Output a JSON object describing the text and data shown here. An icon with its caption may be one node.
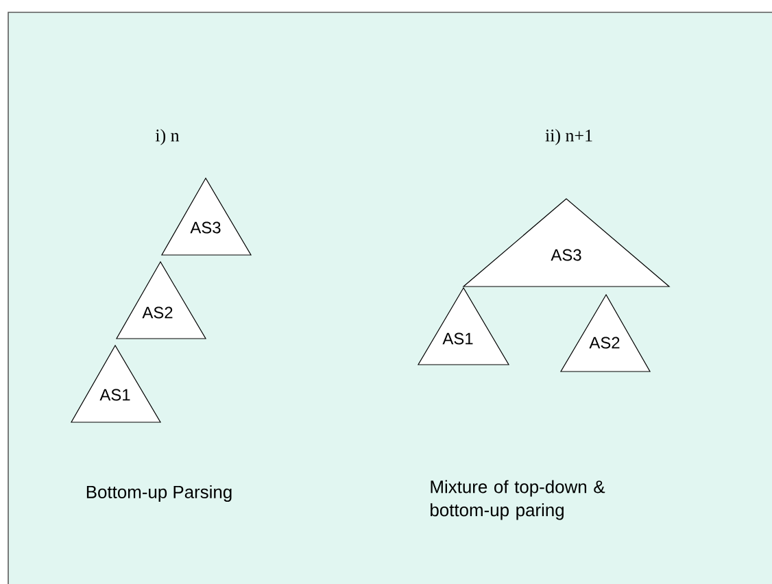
{
  "diagram": {
    "nodes": [
      {
        "text": [
          "AS3"
        ]
      },
      {
        "text": [
          "AS2"
        ]
      },
      {
        "text": [
          "AS1"
        ]
      },
      {
        "text": [
          "AS3"
        ]
      },
      {
        "text": [
          "AS1"
        ]
      },
      {
        "text": [
          "AS2"
        ]
      }
    ],
    "labels": [
      "i) n",
      "ii) n+1",
      "Bottom-up Parsing",
      "Mixture of top-down & bottom-up paring"
    ]
  }
}
